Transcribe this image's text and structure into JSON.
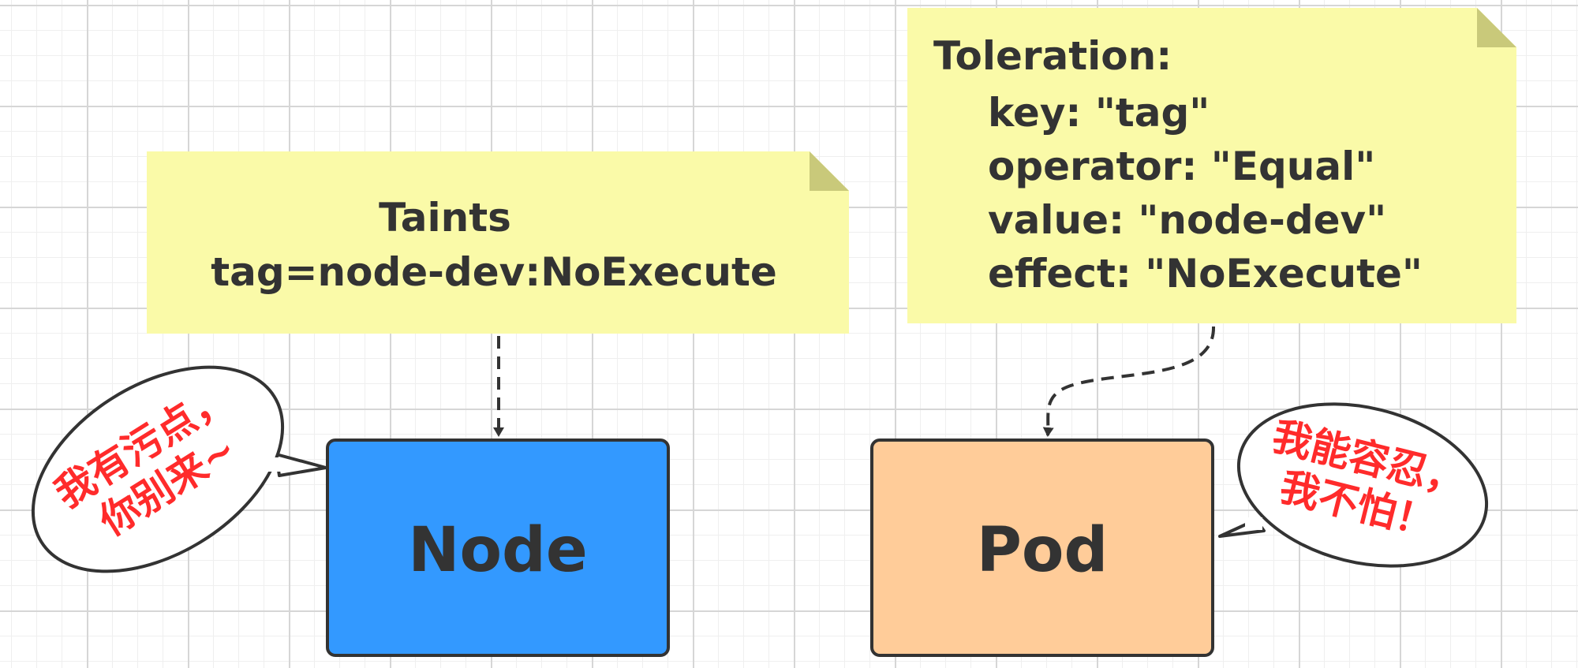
{
  "taints_note": {
    "title": "Taints",
    "value": "tag=node-dev:NoExecute",
    "color": "#fafaa8"
  },
  "toleration_note": {
    "title": "Toleration:",
    "lines": [
      "key: \"tag\"",
      "operator: \"Equal\"",
      "value: \"node-dev\"",
      "effect: \"NoExecute\""
    ],
    "color": "#fafaa8"
  },
  "node": {
    "label": "Node",
    "color": "#3399ff"
  },
  "pod": {
    "label": "Pod",
    "color": "#ffcc99"
  },
  "node_bubble": {
    "line1": "我有污点，",
    "line2": "你别来~",
    "text_color": "#ff2b2b"
  },
  "pod_bubble": {
    "line1": "我能容忍，",
    "line2": "我不怕！",
    "text_color": "#ff2b2b"
  }
}
